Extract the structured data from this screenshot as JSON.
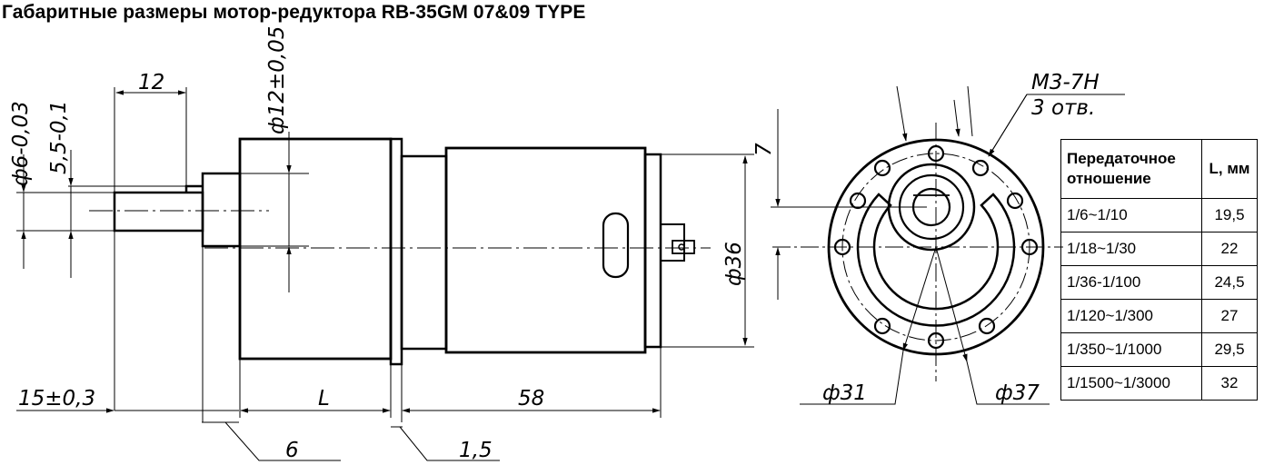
{
  "title": "Габаритные размеры мотор-редуктора RB-35GM 07&09 TYPE",
  "dimensions": {
    "shaft_diameter": "ф6-0,03",
    "flat_height": "5,5-0,1",
    "shaft_flat_length": "12",
    "boss_diameter": "ф12±0,05",
    "shaft_protrusion": "15±0,3",
    "length_L": "L",
    "motor_length": "58",
    "boss_length": "6",
    "plate_thickness": "1,5",
    "body_diameter": "ф36",
    "flange_offset": "7",
    "thread": "M3-7H",
    "holes": "3 отв.",
    "pcd_inner": "ф31",
    "pcd_outer": "ф37"
  },
  "table": {
    "header_ratio": "Передаточное отношение",
    "header_length": "L, мм",
    "rows": [
      {
        "ratio": "1/6~1/10",
        "length": "19,5"
      },
      {
        "ratio": "1/18~1/30",
        "length": "22"
      },
      {
        "ratio": "1/36-1/100",
        "length": "24,5"
      },
      {
        "ratio": "1/120~1/300",
        "length": "27"
      },
      {
        "ratio": "1/350~1/1000",
        "length": "29,5"
      },
      {
        "ratio": "1/1500~1/3000",
        "length": "32"
      }
    ]
  }
}
